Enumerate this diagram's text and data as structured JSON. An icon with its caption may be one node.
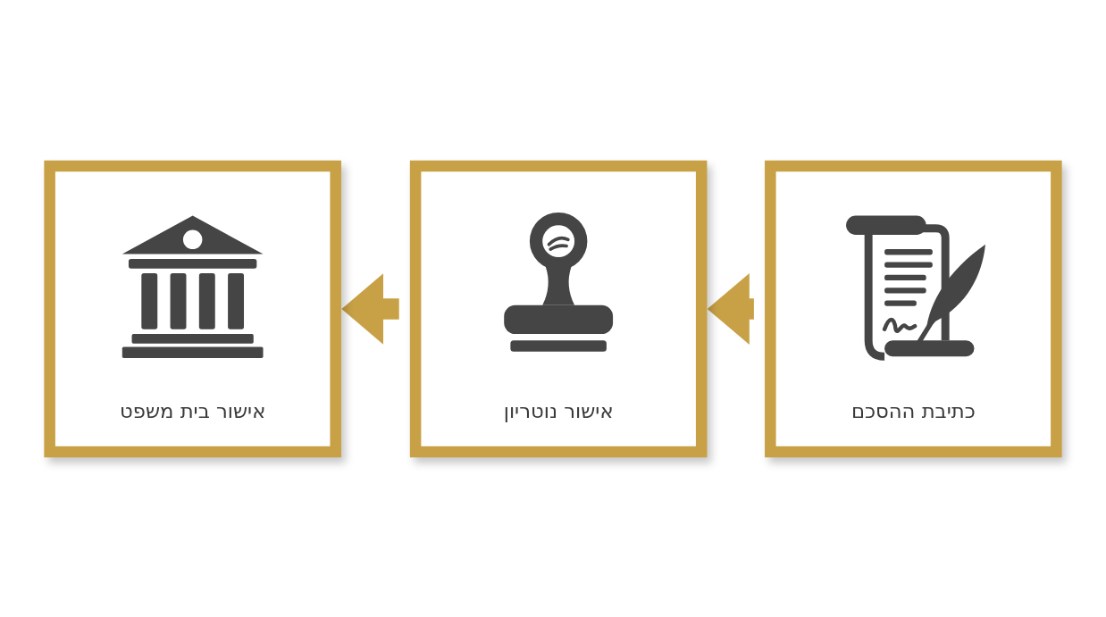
{
  "diagram": {
    "nodes": [
      {
        "text": [
          "כתיבת ההסכם"
        ]
      },
      {
        "text": [
          "אישור נוטריון"
        ]
      },
      {
        "text": [
          "אישור בית משפט"
        ]
      }
    ],
    "edges": [
      {
        "from": 0,
        "to": 1,
        "arrow": "to"
      },
      {
        "from": 1,
        "to": 2,
        "arrow": "to"
      }
    ]
  }
}
